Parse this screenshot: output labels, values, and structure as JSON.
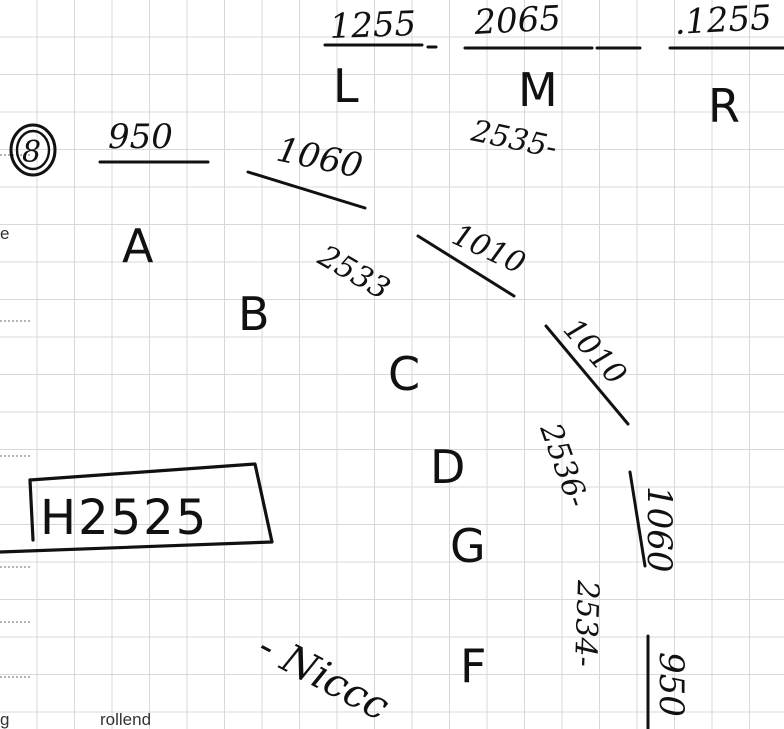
{
  "window": {
    "background": "#ffffff",
    "grid_color": "#d8d8d8",
    "ink_color": "#111111"
  },
  "header_fractions": [
    {
      "id": "L",
      "value": "1255",
      "label": "L"
    },
    {
      "id": "M",
      "value": "2065",
      "label": "M"
    },
    {
      "id": "R",
      "value": ".1255",
      "label": "R"
    }
  ],
  "header_sub": {
    "m_note": "2535-"
  },
  "circled_marker": "8",
  "sections": [
    {
      "id": "A",
      "label": "A",
      "value": "950"
    },
    {
      "id": "B",
      "label": "B",
      "value": "1060",
      "side_note": "2533"
    },
    {
      "id": "C",
      "label": "C",
      "value": "1010"
    },
    {
      "id": "D",
      "label": "D",
      "value": "1010",
      "side_note": "2536-"
    },
    {
      "id": "E",
      "label": "G",
      "value": "1060"
    },
    {
      "id": "F",
      "label": "F",
      "value": "950",
      "side_note": "2534-"
    }
  ],
  "boxed_label": "H2525",
  "cursive_note": "- Niccc",
  "left_margin_text": {
    "row1": "e",
    "bottom_left": "g",
    "bottom_center": "rollend"
  }
}
